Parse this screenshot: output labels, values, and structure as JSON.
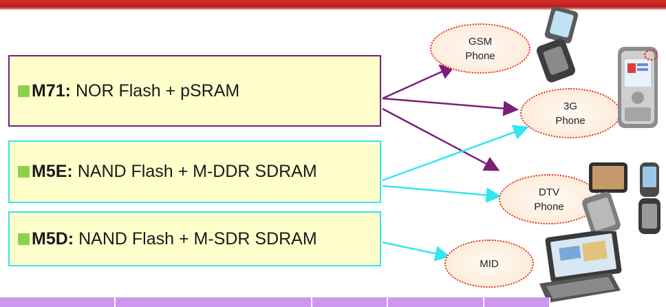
{
  "boxes": [
    {
      "id": "m71",
      "bold": "M71:",
      "text": "NOR Flash + pSRAM"
    },
    {
      "id": "m5e",
      "bold": "M5E:",
      "text": "NAND Flash + M-DDR SDRAM"
    },
    {
      "id": "m5d",
      "bold": "M5D:",
      "text": "NAND Flash + M-SDR SDRAM"
    }
  ],
  "targets": {
    "gsm": {
      "line1": "GSM",
      "line2": "Phone"
    },
    "g3": {
      "line1": "3G",
      "line2": "Phone"
    },
    "dtv": {
      "line1": "DTV",
      "line2": "Phone"
    },
    "mid": {
      "line1": "MID"
    }
  },
  "colors": {
    "nor_arrow": "#7a1e78",
    "nand_arrow": "#33e6f0",
    "box_fill": "#ffffcc",
    "oval_border": "#e0301e",
    "bullet": "#8fd14f",
    "header_bar": "#c8221f",
    "footer_bar": "#cc99ee"
  },
  "icons": [
    "flip-phone-icon",
    "3g-phone-icon",
    "dtv-phone-icon",
    "mid-device-icon"
  ]
}
